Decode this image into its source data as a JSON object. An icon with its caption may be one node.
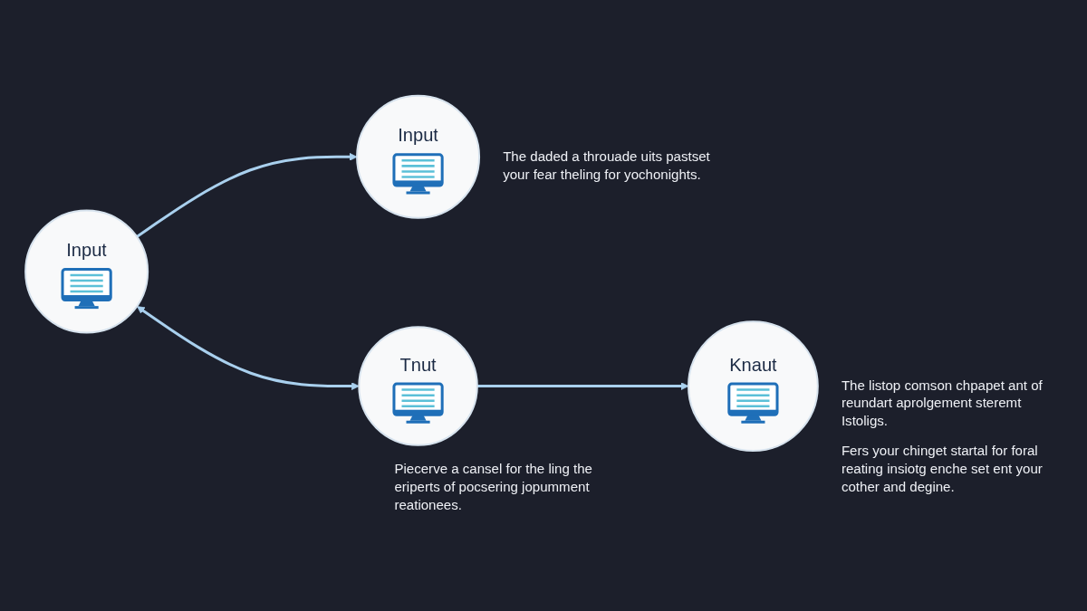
{
  "diagram": {
    "nodes": [
      {
        "text": [
          "Input"
        ]
      },
      {
        "text": [
          "Input"
        ],
        "beside": [
          "The daded a throuade uits pastset your fear theling for yochonights."
        ]
      },
      {
        "text": [
          "Tnut"
        ],
        "beside": [
          "Piecerve a cansel for the ling the eriperts of pocsering jopumment reationees."
        ]
      },
      {
        "text": [
          "Knaut"
        ],
        "beside": [
          "The listop comson chpapet ant of reundart aprolgement steremt Istoligs.",
          "Fers your chinget startal for foral reating insiotg enche set ent your cother and degine."
        ]
      }
    ],
    "edges": [
      {
        "from": 0,
        "to": 1,
        "arrow": "to"
      },
      {
        "from": 2,
        "to": 3,
        "arrow": "to"
      },
      {
        "from": 0,
        "to": 2,
        "arrow": "both"
      }
    ]
  }
}
